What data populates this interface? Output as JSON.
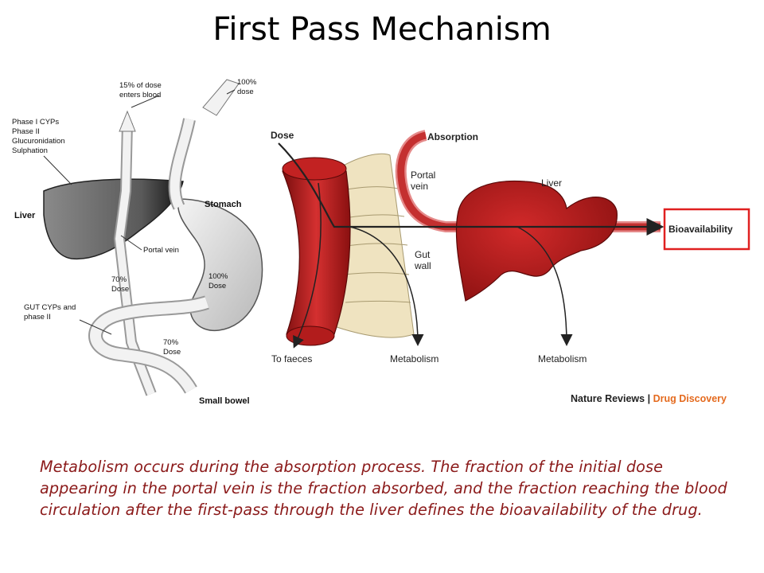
{
  "title": "First Pass Mechanism",
  "left_diagram": {
    "labels": {
      "dose_15": [
        "15% of dose",
        "enters blood"
      ],
      "dose_100_top": [
        "100%",
        "dose"
      ],
      "enzymes": [
        "Phase I CYPs",
        "Phase II",
        "Glucuronidation",
        "Sulphation"
      ],
      "liver": "Liver",
      "stomach": "Stomach",
      "portal_vein": "Portal vein",
      "dose_100_mid": [
        "100%",
        "Dose"
      ],
      "dose_70_left": [
        "70%",
        "Dose"
      ],
      "gut": [
        "GUT CYPs and",
        "phase II"
      ],
      "dose_70_right": [
        "70%",
        "Dose"
      ],
      "small_bowel": "Small bowel"
    }
  },
  "right_diagram": {
    "labels": {
      "dose": "Dose",
      "absorption": "Absorption",
      "portal_vein": [
        "Portal",
        "vein"
      ],
      "liver": "Liver",
      "gut_wall": [
        "Gut",
        "wall"
      ],
      "to_faeces": "To faeces",
      "metabolism_1": "Metabolism",
      "metabolism_2": "Metabolism",
      "bioavailability": "Bioavailability"
    },
    "highlight_color": "#e02020",
    "organ_color": "#b31b1b"
  },
  "credit": {
    "publisher": "Nature Reviews",
    "separator": " | ",
    "journal": "Drug Discovery"
  },
  "caption": "Metabolism occurs during the absorption process. The fraction of the initial dose appearing in the portal vein is the fraction absorbed, and the fraction reaching the blood circulation after the first-pass through the liver defines the bioavailability of the drug."
}
